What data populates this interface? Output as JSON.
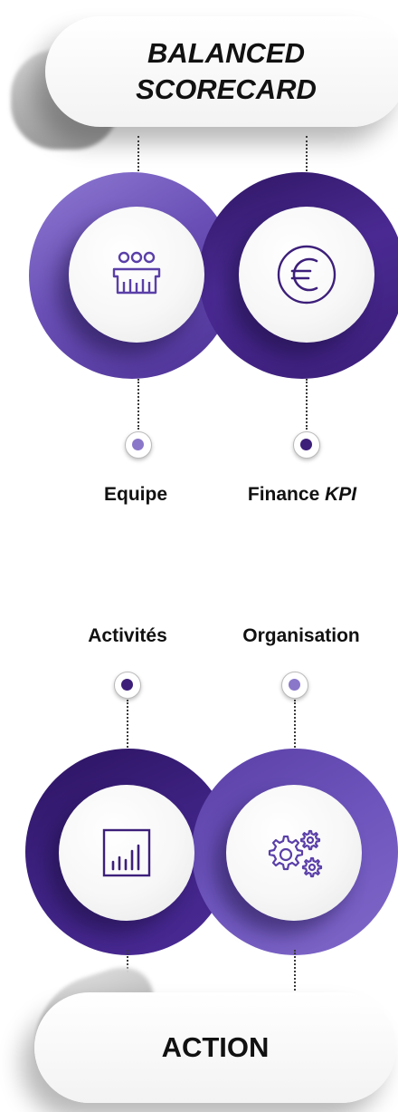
{
  "header": {
    "line1": "BALANCED",
    "line2": "SCORECARD"
  },
  "footer": {
    "label": "ACTION"
  },
  "top_nodes": [
    {
      "label": "Equipe",
      "icon": "team-icon",
      "dot_color": "#8a77c9"
    },
    {
      "label": "Finance",
      "label_em": "KPI",
      "icon": "euro-icon",
      "dot_color": "#3d1f7a"
    }
  ],
  "bottom_nodes": [
    {
      "label": "Activités",
      "icon": "bar-chart-icon",
      "dot_color": "#3d1f7a"
    },
    {
      "label": "Organisation",
      "icon": "gears-icon",
      "dot_color": "#8a77c9"
    }
  ],
  "colors": {
    "dark_purple": "#3a1d78",
    "mid_purple": "#5b3fa5",
    "light_purple": "#7e67c6"
  }
}
